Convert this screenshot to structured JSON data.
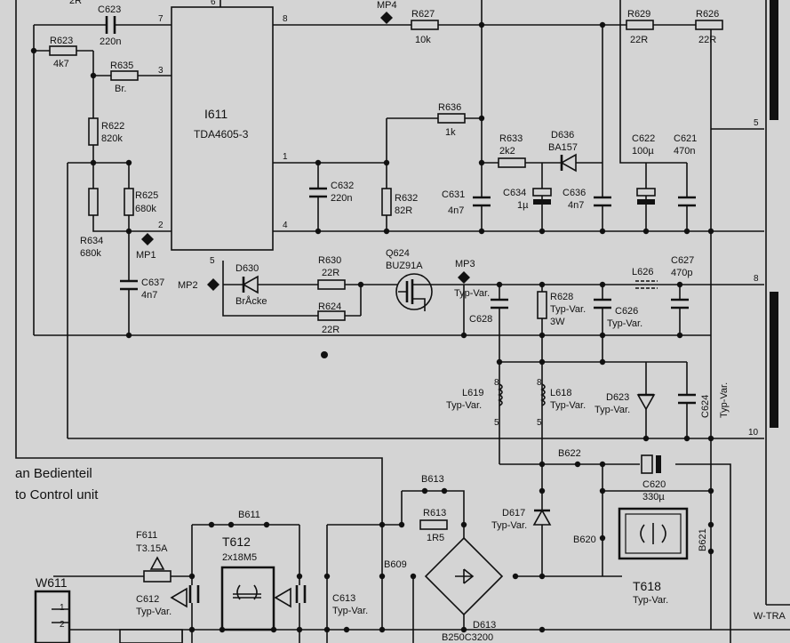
{
  "colors": {
    "background": "#d4d4d4",
    "ink": "#111111"
  },
  "ic": {
    "ref": "I611",
    "part": "TDA4605-3",
    "pins": [
      "6",
      "7",
      "8",
      "3",
      "1",
      "2",
      "4",
      "5"
    ]
  },
  "labels": {
    "sr": "2R",
    "c623": "C623",
    "c623v": "220n",
    "r623": "R623",
    "r623v": "4k7",
    "r635": "R635",
    "r635v": "Br.",
    "r622": "R622",
    "r622v": "820k",
    "r625": "R625",
    "r625v": "680k",
    "r634": "R634",
    "r634v": "680k",
    "mp1": "MP1",
    "mp2": "MP2",
    "mp3": "MP3",
    "mp4": "MP4",
    "c637": "C637",
    "c637v": "4n7",
    "d630": "D630",
    "d630v": "BrÅcke",
    "r630": "R630",
    "r630v": "22R",
    "r624": "R624",
    "r624v": "22R",
    "q624": "Q624",
    "q624v": "BUZ91A",
    "typvar": "Typ-Var.",
    "c628": "C628",
    "r628": "R628",
    "r628v": "Typ-Var.",
    "r628w": "3W",
    "c626": "C626",
    "c626v": "Typ-Var.",
    "l626": "L626",
    "c627": "C627",
    "c627v": "470p",
    "r627": "R627",
    "r627v": "10k",
    "r629": "R629",
    "r629v": "22R",
    "r626": "R626",
    "r626v": "22R",
    "r636": "R636",
    "r636v": "1k",
    "r633": "R633",
    "r633v": "2k2",
    "d636": "D636",
    "d636v": "BA157",
    "c622": "C622",
    "c622v": "100µ",
    "c621": "C621",
    "c621v": "470n",
    "c632": "C632",
    "c632v": "220n",
    "r632": "R632",
    "r632v": "82R",
    "c631": "C631",
    "c631v": "4n7",
    "c634": "C634",
    "c634v": "1µ",
    "c636": "C636",
    "c636v": "4n7",
    "l619": "L619",
    "l619v": "Typ-Var.",
    "l618": "L618",
    "l618v": "Typ-Var.",
    "d623": "D623",
    "d623v": "Typ-Var.",
    "c624": "C624",
    "right_typvar": "Typ-Var.",
    "tp5": "5",
    "tp8": "8",
    "tp10": "10",
    "n5": "5",
    "n8": "8",
    "bedien_de": "an Bedienteil",
    "bedien_en": "to Control unit",
    "w611": "W611",
    "w611p1": "1",
    "w611p2": "2",
    "f611": "F611",
    "f611v": "T3.15A",
    "b611": "B611",
    "t612": "T612",
    "t612v": "2x18M5",
    "c612": "C612",
    "c612v": "Typ-Var.",
    "c613": "C613",
    "c613v": "Typ-Var.",
    "b609": "B609",
    "b613": "B613",
    "r613": "R613",
    "r613v": "1R5",
    "d613": "D613",
    "d613v": "B250C3200",
    "d617": "D617",
    "d617v": "Typ-Var.",
    "b620": "B620",
    "b622": "B622",
    "c620": "C620",
    "c620v": "330µ",
    "t618": "T618",
    "t618v": "Typ-Var.",
    "b621": "B621",
    "wtra": "W-TRA"
  }
}
